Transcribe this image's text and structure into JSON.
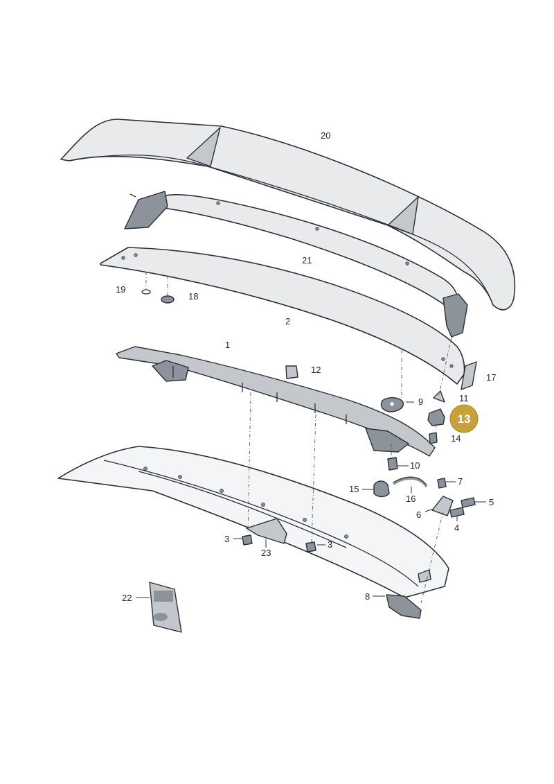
{
  "diagram": {
    "highlight": {
      "label": "13",
      "color": "#c9a13a"
    },
    "callouts": [
      {
        "id": "20",
        "label": "20"
      },
      {
        "id": "21",
        "label": "21"
      },
      {
        "id": "19",
        "label": "19"
      },
      {
        "id": "18",
        "label": "18"
      },
      {
        "id": "2",
        "label": "2"
      },
      {
        "id": "1",
        "label": "1"
      },
      {
        "id": "12",
        "label": "12"
      },
      {
        "id": "17",
        "label": "17"
      },
      {
        "id": "9",
        "label": "9"
      },
      {
        "id": "11",
        "label": "11"
      },
      {
        "id": "14",
        "label": "14"
      },
      {
        "id": "10",
        "label": "10"
      },
      {
        "id": "7",
        "label": "7"
      },
      {
        "id": "15",
        "label": "15"
      },
      {
        "id": "16",
        "label": "16"
      },
      {
        "id": "5",
        "label": "5"
      },
      {
        "id": "6",
        "label": "6"
      },
      {
        "id": "4",
        "label": "4"
      },
      {
        "id": "3a",
        "label": "3"
      },
      {
        "id": "3b",
        "label": "3"
      },
      {
        "id": "23",
        "label": "23"
      },
      {
        "id": "22",
        "label": "22"
      },
      {
        "id": "8",
        "label": "8"
      }
    ]
  }
}
